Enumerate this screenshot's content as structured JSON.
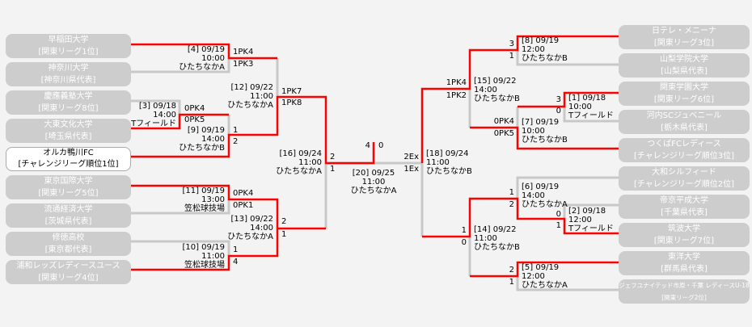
{
  "left_teams": [
    {
      "name": "早稲田大学",
      "sub": "[関東リーグ1位]"
    },
    {
      "name": "神奈川大学",
      "sub": "[神奈川県代表]"
    },
    {
      "name": "慶應義塾大学",
      "sub": "[関東リーグ8位]"
    },
    {
      "name": "大東文化大学",
      "sub": "[埼玉県代表]"
    },
    {
      "name": "オルカ鴨川FC",
      "sub": "[チャレンジリーグ順位1位]"
    },
    {
      "name": "東京国際大学",
      "sub": "[関東リーグ5位]"
    },
    {
      "name": "流通経済大学",
      "sub": "[茨城県代表]"
    },
    {
      "name": "修徳高校",
      "sub": "[東京都代表]"
    },
    {
      "name": "浦和レッズレディースユース",
      "sub": "[関東リーグ4位]"
    }
  ],
  "right_teams": [
    {
      "name": "日テレ・メニーナ",
      "sub": "[関東リーグ3位]"
    },
    {
      "name": "山梨学院大学",
      "sub": "[山梨県代表]"
    },
    {
      "name": "関東学園大学",
      "sub": "[関東リーグ6位]"
    },
    {
      "name": "河内SCジュベニール",
      "sub": "[栃木県代表]"
    },
    {
      "name": "つくばFCレディース",
      "sub": "[チャレンジリーグ順位3位]"
    },
    {
      "name": "大和シルフィード",
      "sub": "[チャレンジリーグ順位2位]"
    },
    {
      "name": "帝京平成大学",
      "sub": "[千葉県代表]"
    },
    {
      "name": "筑波大学",
      "sub": "[関東リーグ7位]"
    },
    {
      "name": "東洋大学",
      "sub": "[群馬県代表]"
    },
    {
      "name": "ジェフユナイテッド市原・千葉 レディースU-18",
      "sub": "[関東リーグ2位]"
    }
  ],
  "matches": {
    "m4": {
      "info": "[4] 09/19\n10:00\nひたちなかA",
      "s1": "1PK4",
      "s2": "1PK3"
    },
    "m3": {
      "info": "[3] 09/18\n14:00\nTフィールド",
      "s1": "0PK4",
      "s2": "0PK5"
    },
    "m9": {
      "info": "[9] 09/19\n14:00\nひたちなかB",
      "s1": "1",
      "s2": "2"
    },
    "m12": {
      "info": "[12] 09/22\n11:00\nひたちなかA",
      "s1": "1PK7",
      "s2": "1PK8"
    },
    "m11": {
      "info": "[11] 09/19\n13:00\n笠松球技場",
      "s1": "0PK4",
      "s2": "0PK1"
    },
    "m10": {
      "info": "[10] 09/19\n11:00\n笠松球技場",
      "s1": "1",
      "s2": "4"
    },
    "m13": {
      "info": "[13] 09/22\n14:00\nひたちなかA",
      "s1": "2",
      "s2": "1"
    },
    "m16": {
      "info": "[16] 09/24\n11:00\nひたちなかA",
      "s1": "2",
      "s2": "1"
    },
    "m20": {
      "info": "[20] 09/25\n11:00\nひたちなかA",
      "s1": "4",
      "s2": "0"
    },
    "m8": {
      "info": "[8] 09/19\n12:00\nひたちなかB",
      "s1": "3",
      "s2": "1"
    },
    "m1": {
      "info": "[1] 09/18\n10:00\nTフィールド",
      "s1": "3",
      "s2": "0"
    },
    "m7": {
      "info": "[7] 09/19\n10:00\nひたちなかB",
      "s1": "0PK4",
      "s2": "0PK5"
    },
    "m15": {
      "info": "[15] 09/22\n14:00\nひたちなかB",
      "s1": "1PK4",
      "s2": "1PK2"
    },
    "m18": {
      "info": "[18] 09/24\n11:00\nひたちなかB",
      "s1": "2Ex",
      "s2": "1Ex"
    },
    "m6": {
      "info": "[6] 09/19\n14:00\nひたちなかA",
      "s1": "1",
      "s2": "2"
    },
    "m2": {
      "info": "[2] 09/18\n12:00\nTフィールド",
      "s1": "0",
      "s2": "1"
    },
    "m14": {
      "info": "[14] 09/22\n11:00\nひたちなかB",
      "s1": "1",
      "s2": "0"
    },
    "m5": {
      "info": "[5] 09/19\n12:00\nひたちなかA",
      "s1": "2",
      "s2": "1"
    }
  },
  "colors": {
    "winner_line": "#ff0000",
    "line": "#c8c8c8",
    "team_box": "#cdcdcd"
  }
}
